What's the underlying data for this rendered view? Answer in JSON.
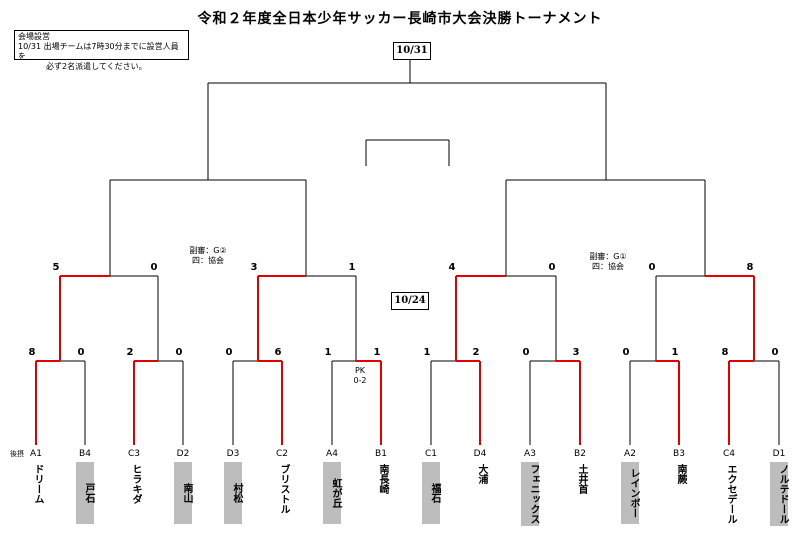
{
  "title": "令和２年度全日本少年サッカー長崎市大会決勝トーナメント",
  "notice": {
    "heading": "会場設営",
    "line1": "10/31  出場チームは7時30分までに設営人員を",
    "line2": "必ず2名派遣してください。"
  },
  "dates": {
    "final": "10/31",
    "semi": "10/24"
  },
  "notes": {
    "left_referee": "副審：G②",
    "left_assoc": "四：協会",
    "right_referee": "副審：G①",
    "right_assoc": "四：協会",
    "pk": "PK",
    "pk_score": "0-2"
  },
  "host_label": "後摂",
  "teams": [
    {
      "code": "A1",
      "name": "ドリーム",
      "host": false
    },
    {
      "code": "B4",
      "name": "戸石",
      "host": true
    },
    {
      "code": "C3",
      "name": "ヒラキダ",
      "host": false
    },
    {
      "code": "D2",
      "name": "南山",
      "host": true
    },
    {
      "code": "D3",
      "name": "村松",
      "host": true
    },
    {
      "code": "C2",
      "name": "ブリストル",
      "host": false
    },
    {
      "code": "A4",
      "name": "虹が丘",
      "host": true
    },
    {
      "code": "B1",
      "name": "南長崎",
      "host": false
    },
    {
      "code": "C1",
      "name": "福石",
      "host": true
    },
    {
      "code": "D4",
      "name": "大浦",
      "host": false
    },
    {
      "code": "A3",
      "name": "フェニックス",
      "host": true
    },
    {
      "code": "B2",
      "name": "土井首",
      "host": false
    },
    {
      "code": "A2",
      "name": "レインボー",
      "host": true
    },
    {
      "code": "B3",
      "name": "南蕨",
      "host": false
    },
    {
      "code": "C4",
      "name": "エクセデール",
      "host": false
    },
    {
      "code": "D1",
      "name": "ノルテドール",
      "host": true
    }
  ],
  "r1_scores": [
    "8",
    "0",
    "2",
    "0",
    "0",
    "6",
    "1",
    "1",
    "1",
    "2",
    "0",
    "3",
    "0",
    "1",
    "8",
    "0"
  ],
  "r2_scores": [
    "5",
    "0",
    "3",
    "1",
    "4",
    "0",
    "0",
    "8"
  ]
}
